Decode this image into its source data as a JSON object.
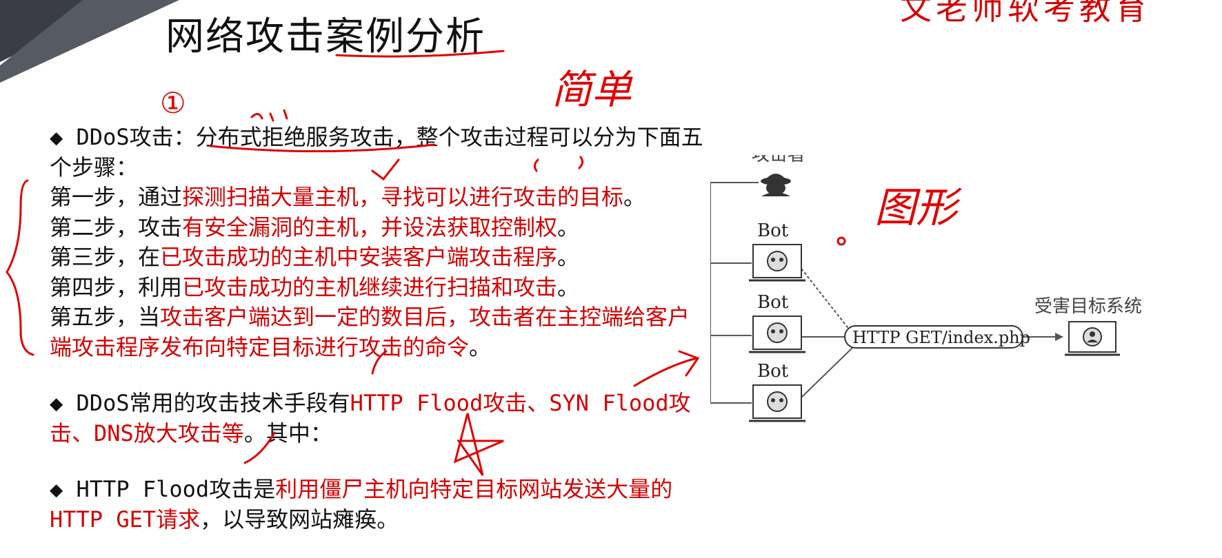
{
  "header": {
    "title": "网络攻击案例分析",
    "brand": "文老师软考教育"
  },
  "section1": {
    "intro_prefix": "◆ DDoS攻击：",
    "intro_term": "分布式拒绝服务攻击",
    "intro_suffix": "，整个攻击过程可以分为下面五个步骤：",
    "steps": [
      {
        "prefix": "第一步，通过",
        "highlight": "探测扫描大量主机，寻找可以进行攻击的目标",
        "suffix": "。"
      },
      {
        "prefix": "第二步，攻击",
        "highlight": "有安全漏洞的主机，并设法获取控制权",
        "suffix": "。"
      },
      {
        "prefix": "第三步，在",
        "highlight": "已攻击成功的主机中安装客户端攻击程序",
        "suffix": "。"
      },
      {
        "prefix": "第四步，利用",
        "highlight": "已攻击成功的主机继续进行扫描和攻击",
        "suffix": "。"
      },
      {
        "prefix": "第五步，当",
        "highlight": "攻击客户端达到一定的数目后，攻击者在主控端给客户端攻击程序发布向特定目标进行攻击的命令",
        "suffix": "。"
      }
    ]
  },
  "section2": {
    "prefix": "◆ DDoS常用的攻击技术手段有",
    "highlight": "HTTP Flood攻击、SYN Flood攻击、DNS放大攻击等",
    "suffix": "。其中："
  },
  "section3": {
    "prefix": "◆ HTTP Flood攻击是",
    "highlight": "利用僵尸主机向特定目标网站发送大量的HTTP GET请求",
    "suffix": "，以导致网站瘫痪。"
  },
  "diagram": {
    "attacker_label": "攻击者",
    "bot_labels": [
      "Bot",
      "Bot",
      "Bot"
    ],
    "request_label": "HTTP GET/index.php",
    "target_label": "受害目标系统"
  },
  "annotations": {
    "circle_one": "①",
    "simple_note": "简单",
    "figure_note": "图形"
  },
  "colors": {
    "highlight": "#d40000",
    "annotation": "#e00000",
    "text": "#111111"
  }
}
